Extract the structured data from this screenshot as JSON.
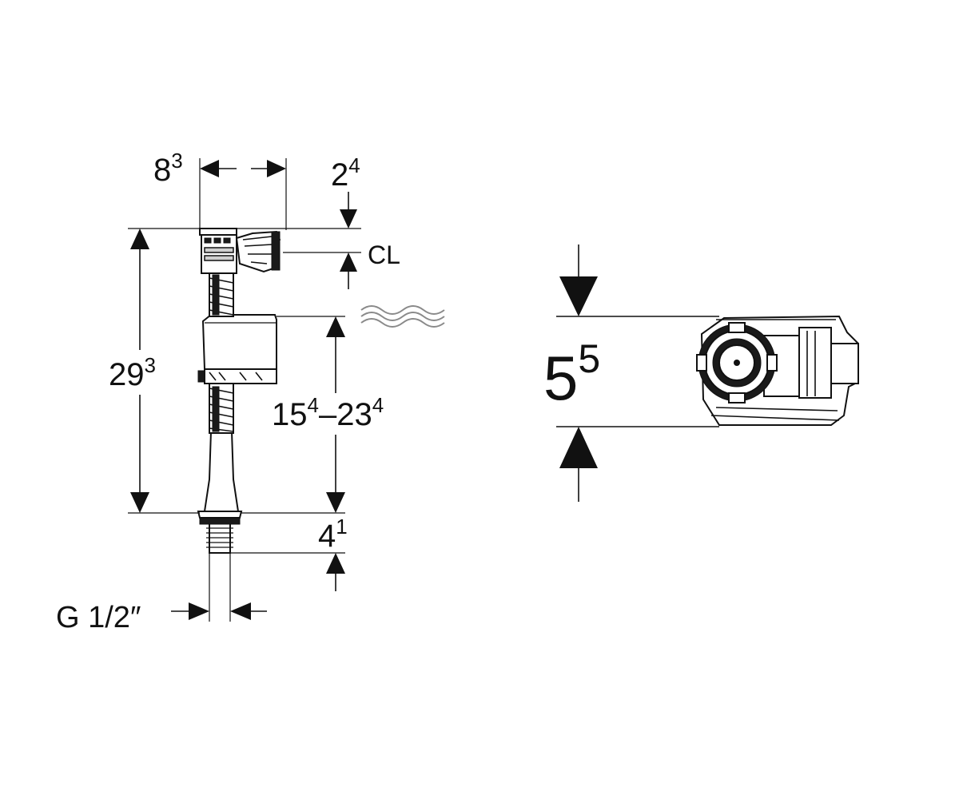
{
  "dimensions": {
    "width_main": "8",
    "width_exp": "3",
    "top_offset_main": "2",
    "top_offset_exp": "4",
    "cl_label": "CL",
    "height_total_main": "29",
    "height_total_exp": "3",
    "float_range_a_main": "15",
    "float_range_a_exp": "4",
    "float_range_dash": "–",
    "float_range_b_main": "23",
    "float_range_b_exp": "4",
    "thread_length_main": "4",
    "thread_length_exp": "1",
    "connection_label": "G 1/2″",
    "top_view_height_main": "5",
    "top_view_height_exp": "5"
  },
  "colors": {
    "ink": "#111111",
    "water": "#8a8a8a"
  }
}
